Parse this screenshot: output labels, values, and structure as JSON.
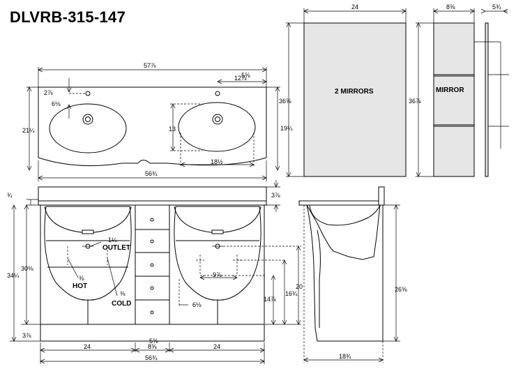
{
  "title": "DLVRB-315-147",
  "mirrors": {
    "front_label": "2 MIRRORS",
    "side_label": "MIRROR",
    "width": "24",
    "height_left": "36⅝",
    "height_right": "36⅞",
    "depth": "8⅝",
    "thickness": "5¾"
  },
  "top_view": {
    "overall_width": "57⅞",
    "lower_width": "56¾",
    "left_depth": "21¼",
    "right_depth": "19¼",
    "faucet_offset_x": "2⅞",
    "faucet_offset_y": "6⅛",
    "right_faucet_x": "12⅞",
    "right_faucet_x_top": "5⅝",
    "sink_height": "13",
    "sink_width": "18½"
  },
  "front_view": {
    "top_overhang": "¾",
    "top_thickness": "3⅞",
    "total_height": "34¼",
    "cabinet_height": "30⅜",
    "toe_kick": "3⅞",
    "outlet_label": "OUTLET",
    "outlet_size": "1¼",
    "hot_label": "HOT",
    "hot_size": "⅜",
    "cold_label": "COLD",
    "cold_size": "⅜",
    "supply_spacing": "9⅞",
    "drain_low": "14⅞",
    "drain_high": "16¾",
    "floor_to_outlet": "20",
    "side_offset": "6⅛",
    "left_width": "24",
    "center_width": "8⅝",
    "center_width_top": "5⅝",
    "right_width": "24",
    "overall_bottom": "56¾"
  },
  "side_view": {
    "height": "26⅝",
    "depth": "18¾"
  }
}
